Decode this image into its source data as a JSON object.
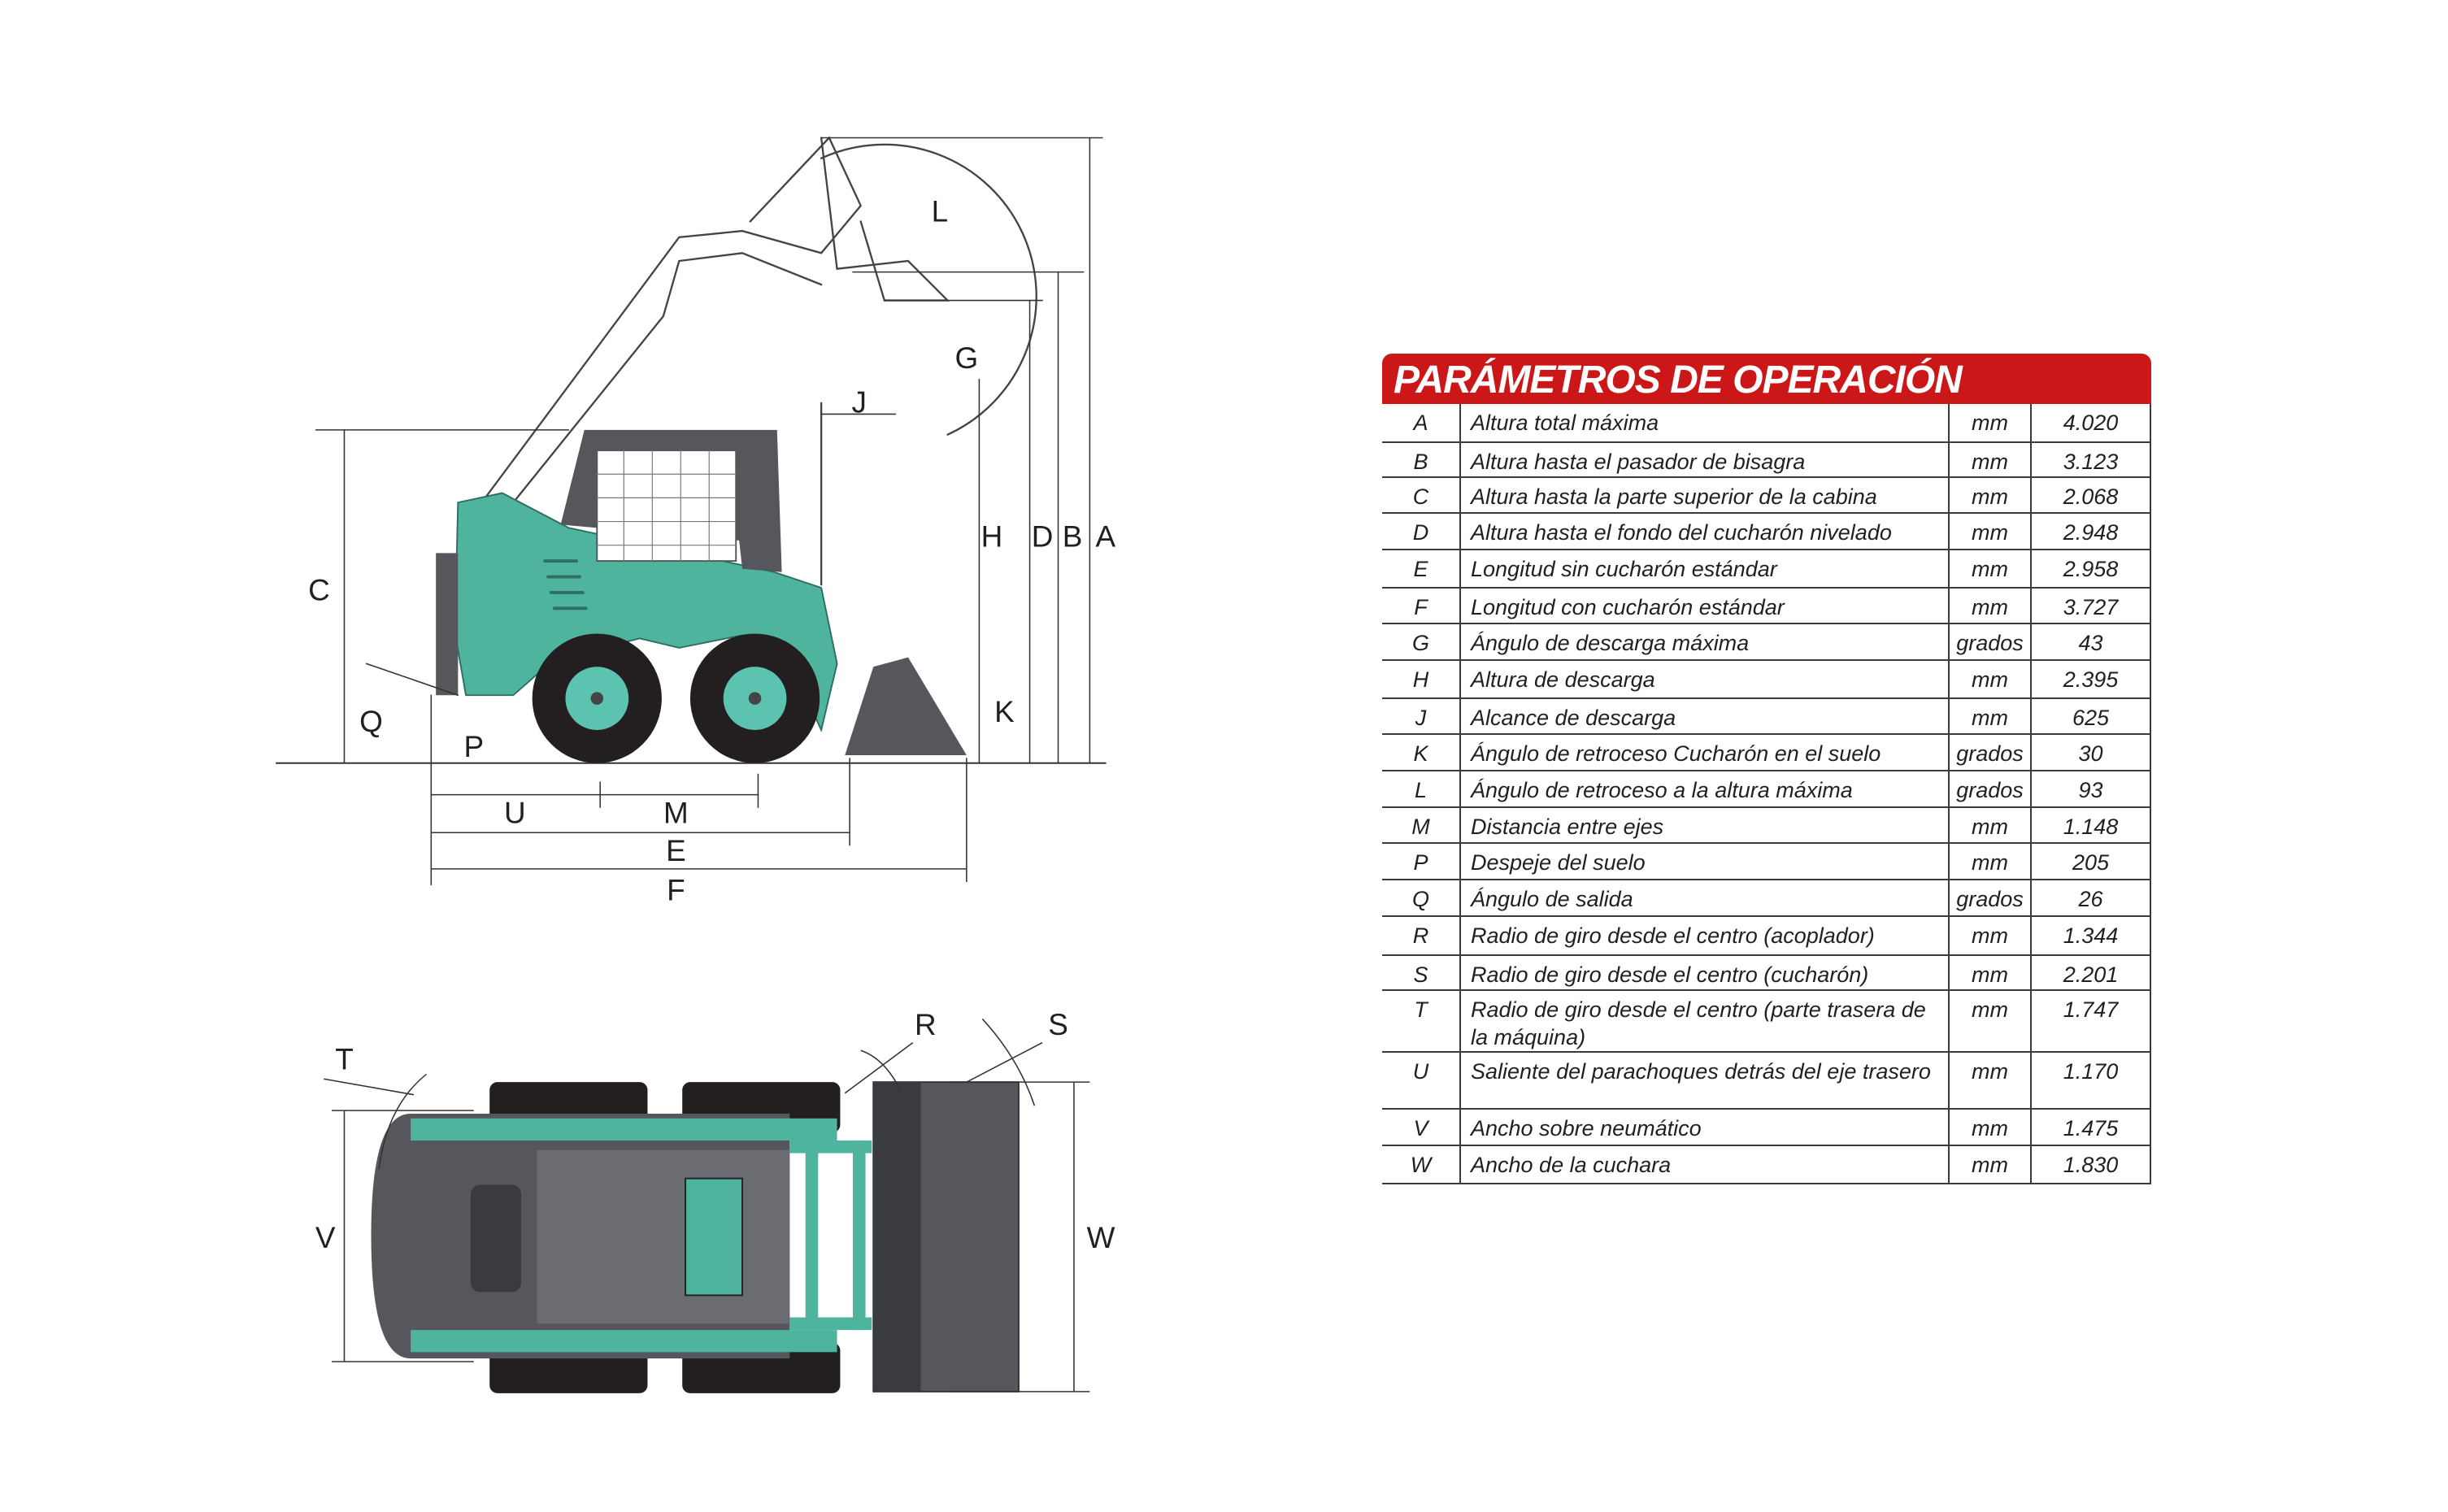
{
  "side_view_labels": {
    "A": "A",
    "B": "B",
    "C": "C",
    "D": "D",
    "H": "H",
    "J": "J",
    "L": "L",
    "G": "G",
    "K": "K",
    "Q": "Q",
    "P": "P",
    "U": "U",
    "M": "M",
    "E": "E",
    "F": "F"
  },
  "top_view_labels": {
    "T": "T",
    "R": "R",
    "S": "S",
    "V": "V",
    "W": "W"
  },
  "colors": {
    "header_red": "#cc1719",
    "machine_teal": "#4fb49e",
    "machine_gray": "#55575c"
  },
  "spec_table": {
    "title": "PARÁMETROS DE OPERACIÓN",
    "rows": [
      {
        "key": "A",
        "desc": "Altura total máxima",
        "unit": "mm",
        "value": "4.020"
      },
      {
        "key": "B",
        "desc": "Altura hasta el pasador de bisagra",
        "unit": "mm",
        "value": "3.123"
      },
      {
        "key": "C",
        "desc": "Altura hasta la parte superior de la cabina",
        "unit": "mm",
        "value": "2.068"
      },
      {
        "key": "D",
        "desc": "Altura hasta el fondo del cucharón nivelado",
        "unit": "mm",
        "value": "2.948"
      },
      {
        "key": "E",
        "desc": "Longitud sin cucharón estándar",
        "unit": "mm",
        "value": "2.958"
      },
      {
        "key": "F",
        "desc": "Longitud con cucharón estándar",
        "unit": "mm",
        "value": "3.727"
      },
      {
        "key": "G",
        "desc": "Ángulo de descarga máxima",
        "unit": "grados",
        "value": "43"
      },
      {
        "key": "H",
        "desc": "Altura de descarga",
        "unit": "mm",
        "value": "2.395"
      },
      {
        "key": "J",
        "desc": "Alcance de descarga",
        "unit": "mm",
        "value": "625"
      },
      {
        "key": "K",
        "desc": "Ángulo de retroceso Cucharón en el suelo",
        "unit": "grados",
        "value": "30"
      },
      {
        "key": "L",
        "desc": "Ángulo de retroceso a la altura máxima",
        "unit": "grados",
        "value": "93"
      },
      {
        "key": "M",
        "desc": "Distancia entre ejes",
        "unit": "mm",
        "value": "1.148"
      },
      {
        "key": "P",
        "desc": "Despeje del suelo",
        "unit": "mm",
        "value": "205"
      },
      {
        "key": "Q",
        "desc": "Ángulo de salida",
        "unit": "grados",
        "value": "26"
      },
      {
        "key": "R",
        "desc": "Radio de giro desde el centro (acoplador)",
        "unit": "mm",
        "value": "1.344"
      },
      {
        "key": "S",
        "desc": "Radio de giro desde el centro (cucharón)",
        "unit": "mm",
        "value": "2.201"
      },
      {
        "key": "T",
        "desc": "Radio de giro desde el centro (parte trasera de la máquina)",
        "unit": "mm",
        "value": "1.747"
      },
      {
        "key": "U",
        "desc": "Saliente del parachoques detrás del eje trasero",
        "unit": "mm",
        "value": "1.170"
      },
      {
        "key": "V",
        "desc": "Ancho sobre neumático",
        "unit": "mm",
        "value": "1.475"
      },
      {
        "key": "W",
        "desc": "Ancho de la cuchara",
        "unit": "mm",
        "value": "1.830"
      }
    ]
  }
}
